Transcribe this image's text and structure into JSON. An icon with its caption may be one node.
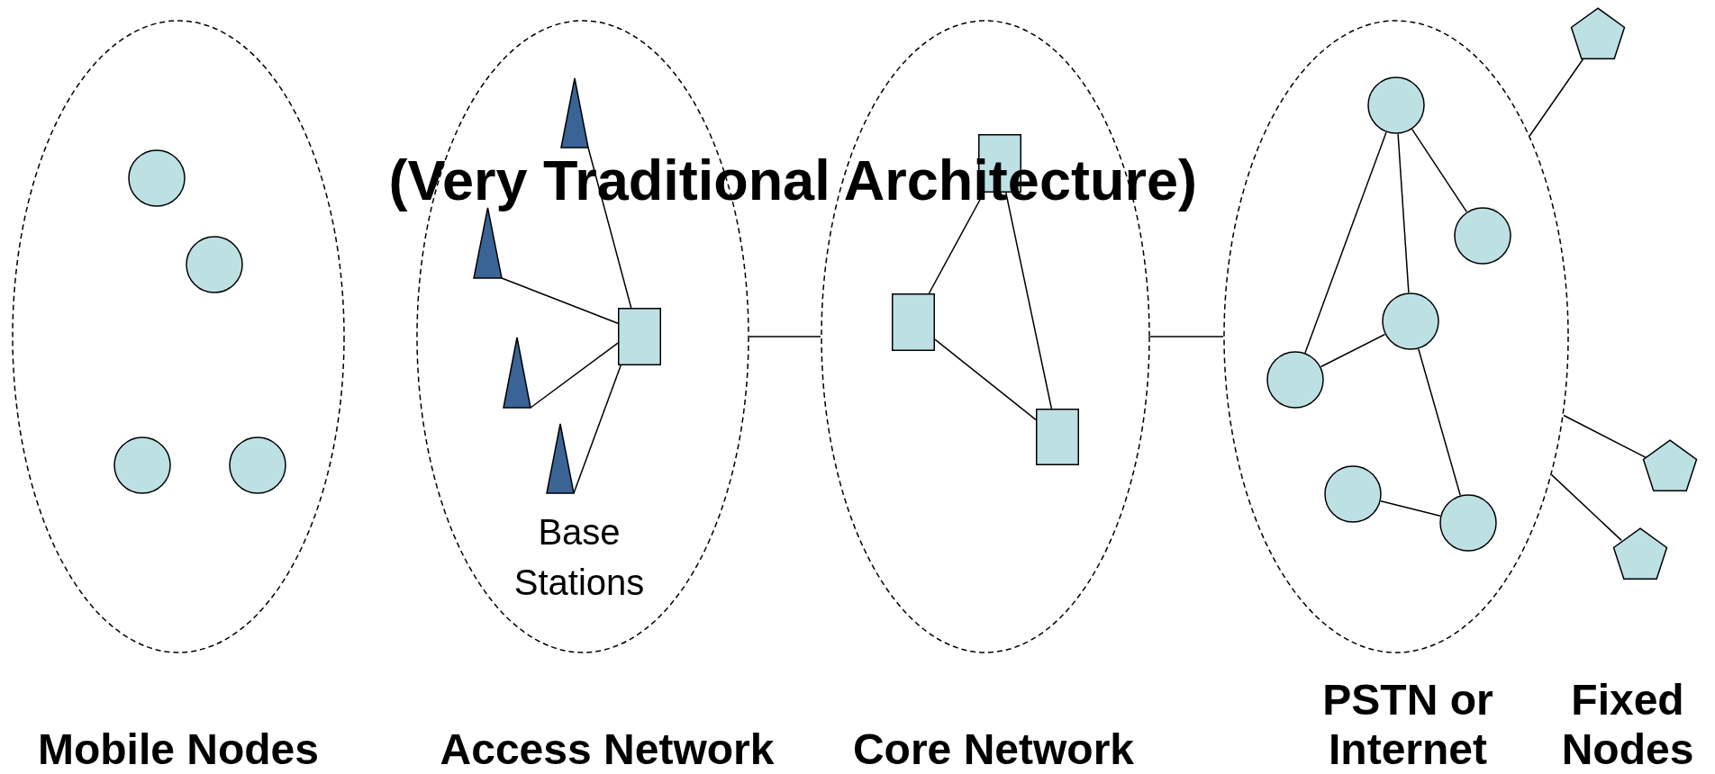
{
  "diagram": {
    "title": "(Very Traditional Architecture)",
    "nodes": [
      {
        "text": [
          "Mobile Nodes"
        ]
      },
      {
        "text": [],
        "shape": "circle",
        "in": 0
      },
      {
        "text": [],
        "shape": "circle",
        "in": 0
      },
      {
        "text": [],
        "shape": "circle",
        "in": 0
      },
      {
        "text": [],
        "shape": "circle",
        "in": 0
      },
      {
        "text": [
          "Access Network"
        ]
      },
      {
        "text": [],
        "shape": "triangle",
        "in": 5
      },
      {
        "text": [],
        "shape": "triangle",
        "in": 5
      },
      {
        "text": [],
        "shape": "triangle",
        "in": 5
      },
      {
        "text": [],
        "shape": "triangle",
        "in": 5
      },
      {
        "text": [],
        "shape": "box",
        "in": 5
      },
      {
        "text": [
          "Core Network"
        ]
      },
      {
        "text": [],
        "shape": "box",
        "in": 11
      },
      {
        "text": [],
        "shape": "box",
        "in": 11
      },
      {
        "text": [],
        "shape": "box",
        "in": 11
      },
      {
        "text": [
          "PSTN or Internet"
        ]
      },
      {
        "text": [],
        "shape": "circle",
        "in": 15
      },
      {
        "text": [],
        "shape": "circle",
        "in": 15
      },
      {
        "text": [],
        "shape": "circle",
        "in": 15
      },
      {
        "text": [],
        "shape": "circle",
        "in": 15
      },
      {
        "text": [],
        "shape": "circle",
        "in": 15
      },
      {
        "text": [],
        "shape": "circle",
        "in": 15
      },
      {
        "text": [],
        "shape": "pentagon"
      },
      {
        "text": [],
        "shape": "pentagon"
      },
      {
        "text": [],
        "shape": "pentagon"
      }
    ],
    "edges": [
      {
        "from": 6,
        "to": 10,
        "arrow": "none"
      },
      {
        "from": 7,
        "to": 10,
        "arrow": "none"
      },
      {
        "from": 8,
        "to": 10,
        "arrow": "none"
      },
      {
        "from": 9,
        "to": 10,
        "arrow": "none"
      },
      {
        "from": 12,
        "to": 13,
        "arrow": "none"
      },
      {
        "from": 12,
        "to": 14,
        "arrow": "none"
      },
      {
        "from": 13,
        "to": 14,
        "arrow": "none"
      },
      {
        "from": 5,
        "to": 11,
        "arrow": "none"
      },
      {
        "from": 11,
        "to": 15,
        "arrow": "none"
      },
      {
        "from": 16,
        "to": 19,
        "arrow": "none"
      },
      {
        "from": 16,
        "to": 18,
        "arrow": "none"
      },
      {
        "from": 16,
        "to": 17,
        "arrow": "none"
      },
      {
        "from": 18,
        "to": 19,
        "arrow": "none"
      },
      {
        "from": 18,
        "to": 21,
        "arrow": "none"
      },
      {
        "from": 20,
        "to": 21,
        "arrow": "none"
      },
      {
        "from": 15,
        "to": 22,
        "arrow": "none"
      },
      {
        "from": 15,
        "to": 23,
        "arrow": "none"
      },
      {
        "from": 15,
        "to": 24,
        "arrow": "none"
      }
    ],
    "labels": [
      "Base Stations",
      "Fixed Nodes"
    ]
  }
}
